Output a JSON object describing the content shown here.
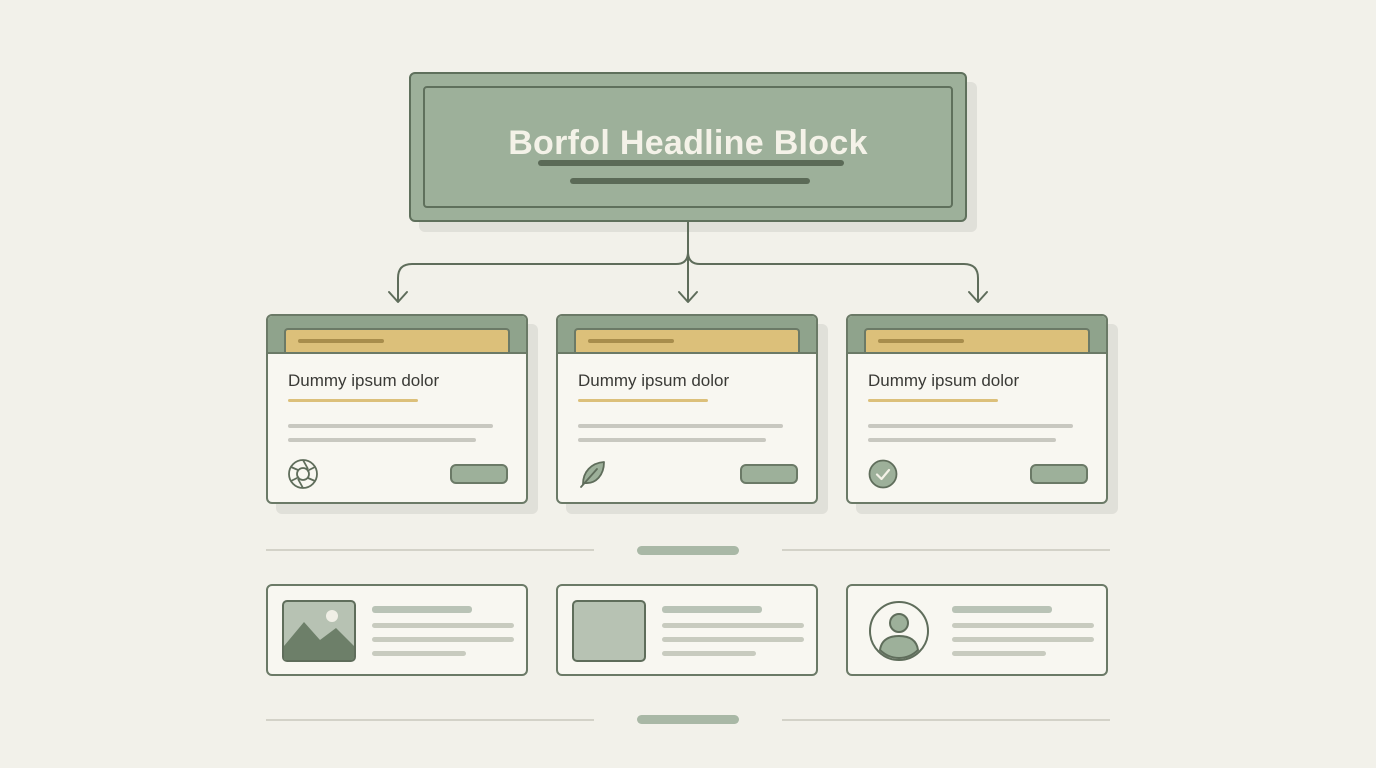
{
  "headline": {
    "title": "Borfol Headline Block"
  },
  "cards": [
    {
      "title": "Dummy ipsum dolor",
      "icon": "aperture-icon"
    },
    {
      "title": "Dummy ipsum dolor",
      "icon": "leaf-icon"
    },
    {
      "title": "Dummy ipsum dolor",
      "icon": "check-circle-icon"
    }
  ],
  "media_items": [
    {
      "thumb": "landscape-image-icon"
    },
    {
      "thumb": "image-placeholder"
    },
    {
      "thumb": "user-avatar-icon"
    }
  ],
  "colors": {
    "background": "#f2f1ea",
    "sage": "#9db09a",
    "sage_dark": "#5f705c",
    "tab_gold": "#dcc07a",
    "card": "#f8f7f1"
  }
}
